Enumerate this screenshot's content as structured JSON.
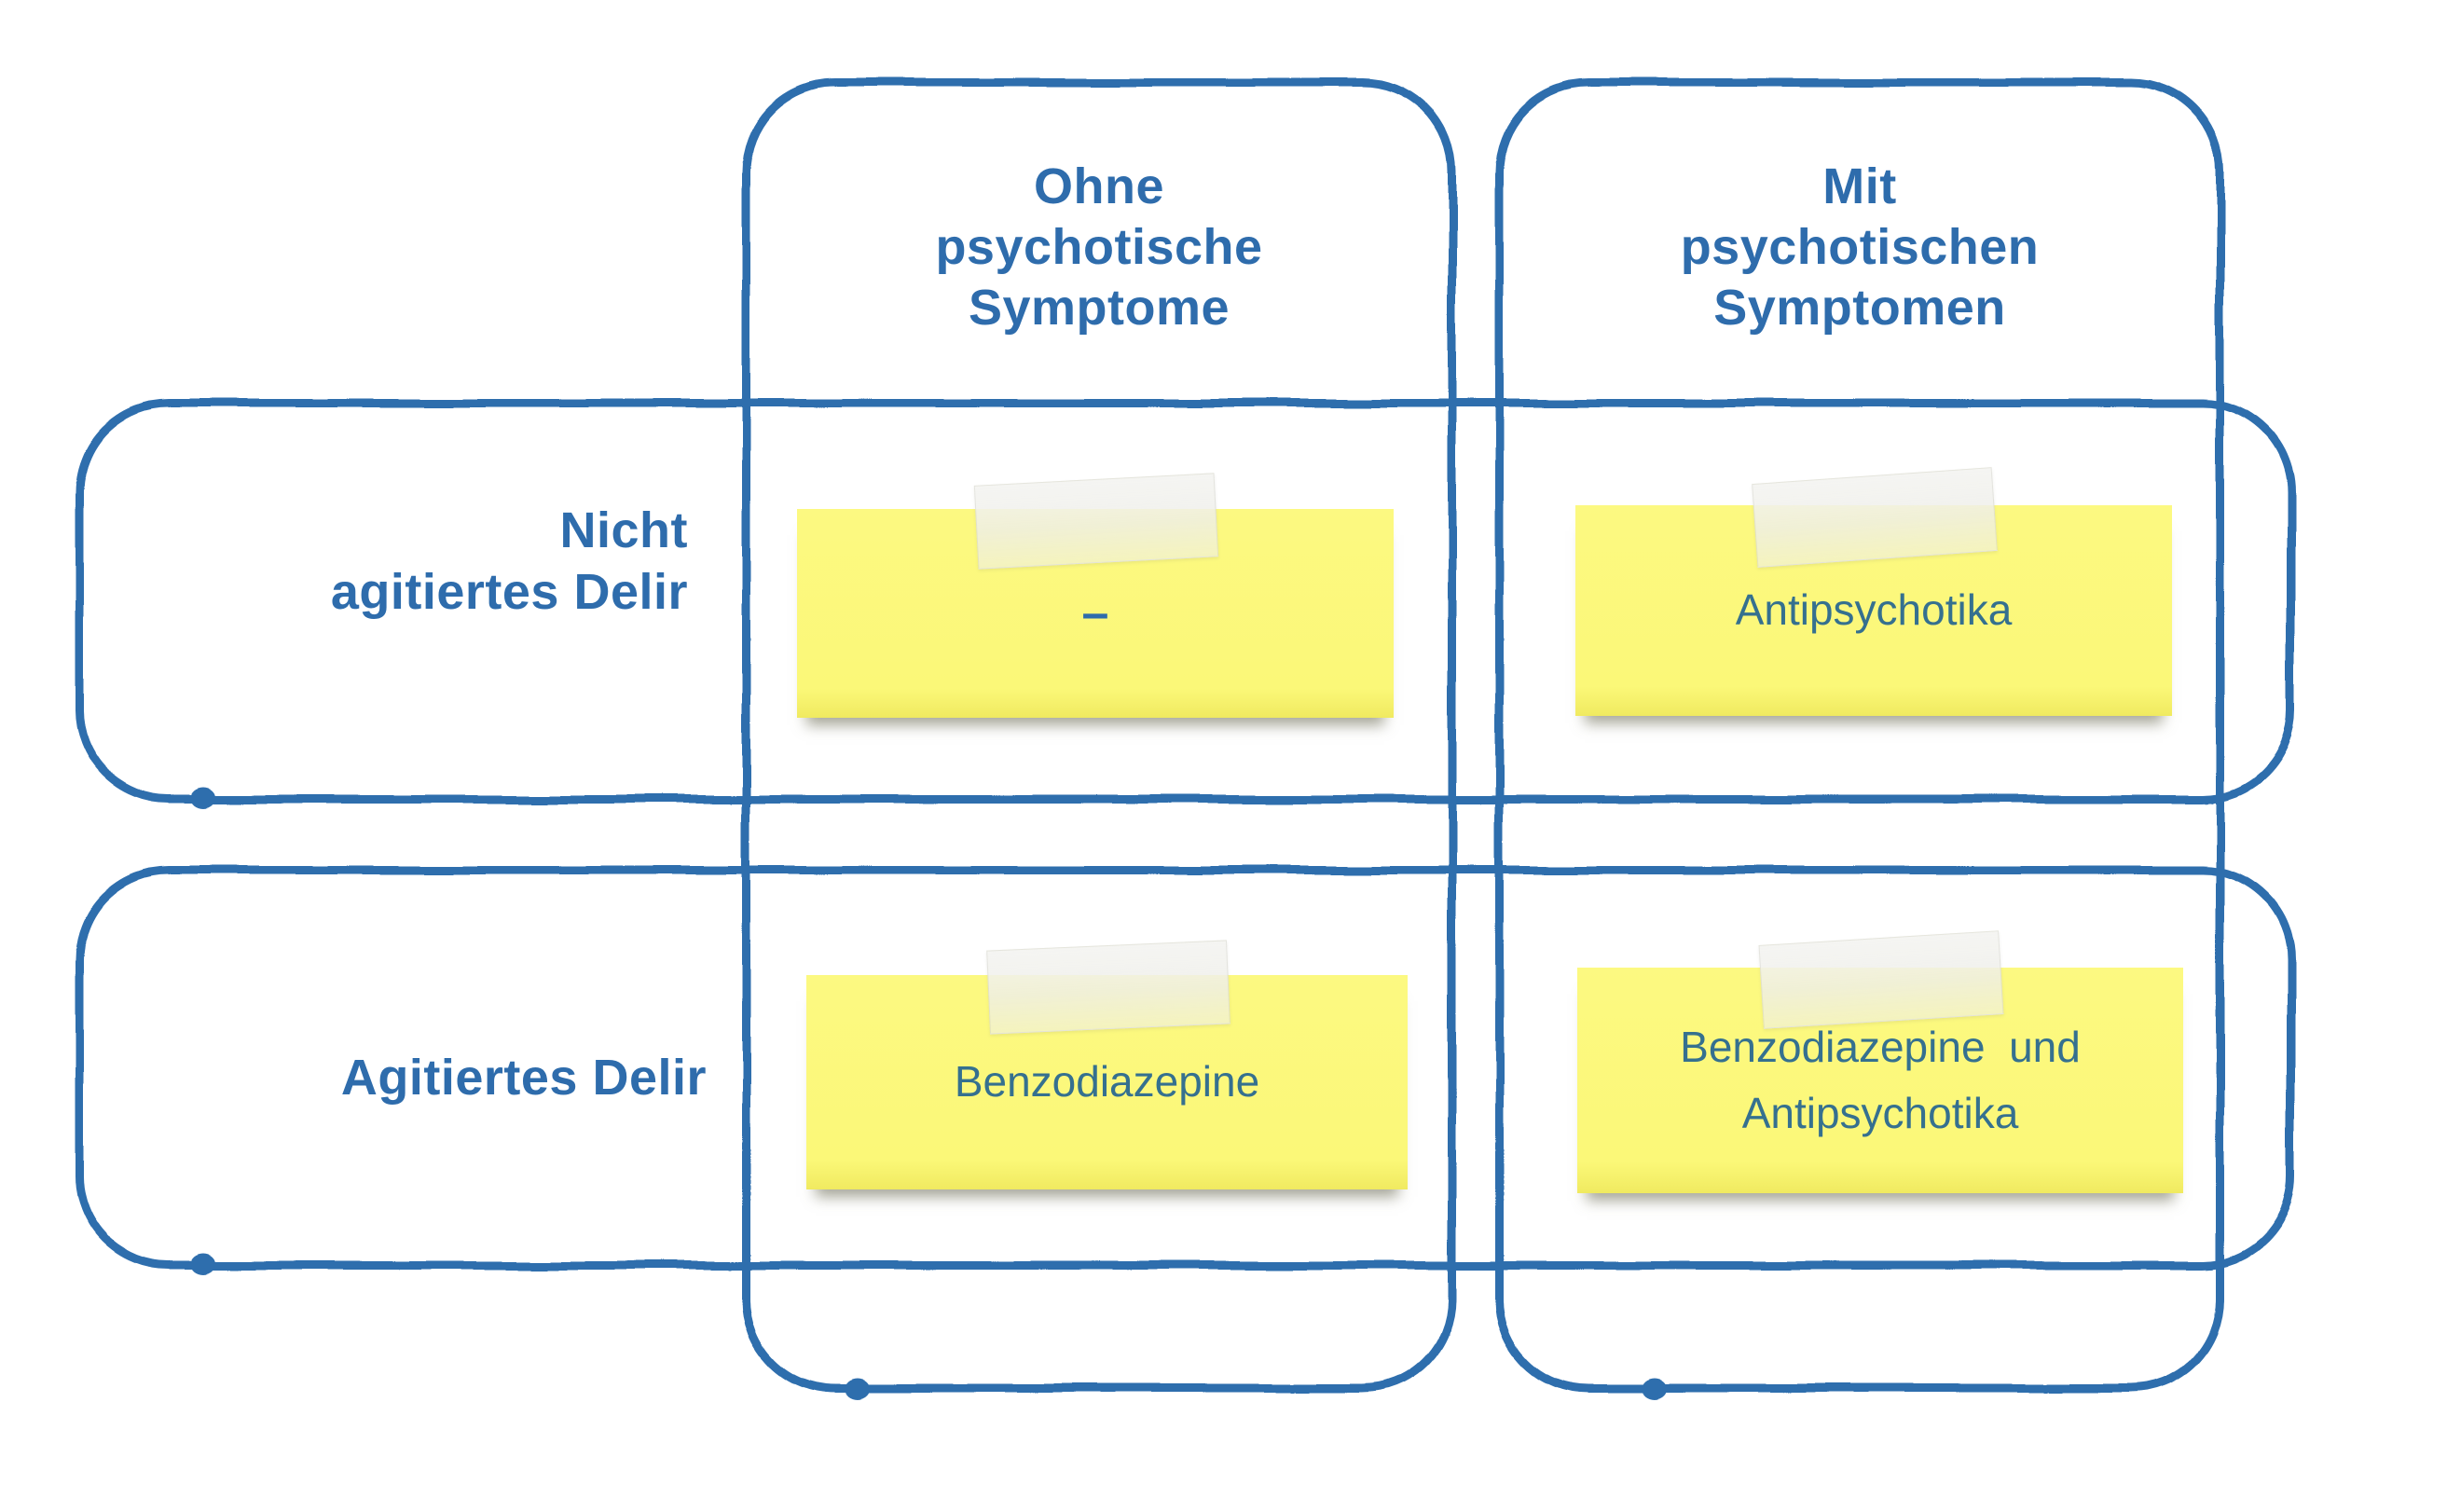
{
  "matrix": {
    "columns": [
      {
        "header": "Ohne\npsychotische\nSymptome"
      },
      {
        "header": "Mit\npsychotischen\nSymptomen"
      }
    ],
    "rows": [
      {
        "header": "Nicht\nagitiertes Delir"
      },
      {
        "header": "Agitiertes Delir"
      }
    ],
    "cells": [
      {
        "row": "Nicht agitiertes Delir",
        "column": "Ohne psychotische Symptome",
        "note": "–"
      },
      {
        "row": "Nicht agitiertes Delir",
        "column": "Mit psychotischen Symptomen",
        "note": "Antipsychotika"
      },
      {
        "row": "Agitiertes Delir",
        "column": "Ohne psychotische Symptome",
        "note": "Benzodiazepine"
      },
      {
        "row": "Agitiertes Delir",
        "column": "Mit psychotischen Symptomen",
        "note": "Benzodiazepine  und\nAntipsychotika"
      }
    ]
  },
  "colors": {
    "line_blue": "#2f6ead",
    "header_text_blue": "#2e6cac",
    "note_text_blue": "#35708f",
    "note_yellow": "#fbf878",
    "tape_gray": "#f2f1ec",
    "background": "#ffffff"
  }
}
